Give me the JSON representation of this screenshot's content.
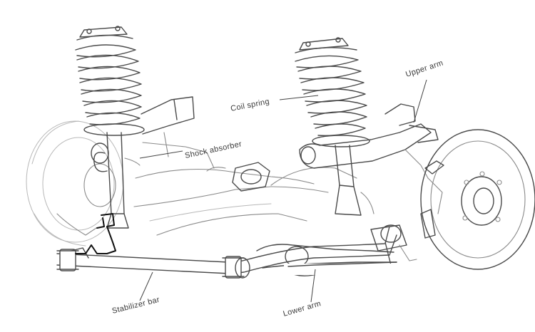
{
  "labels": {
    "coil_spring": "Coil spring",
    "upper_arm": "Upper arm",
    "shock_absorber": "Shock absorber",
    "stabilizer_bar": "Stabilizer bar",
    "lower_arm": "Lower arm"
  }
}
